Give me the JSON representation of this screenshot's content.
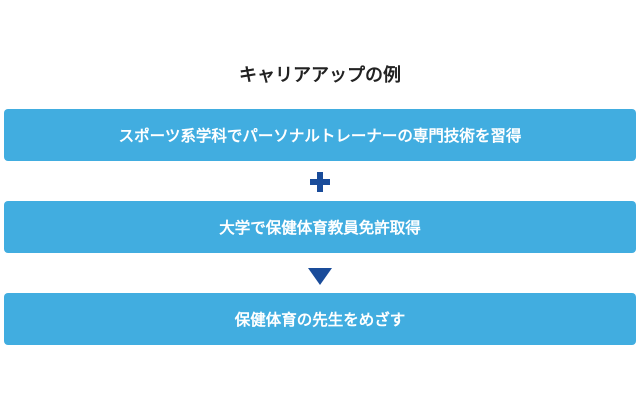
{
  "title": "キャリアアップの例",
  "colors": {
    "box_fill": "#41ade0",
    "connector": "#1a4c9a",
    "title_text": "#222222"
  },
  "steps": [
    {
      "label": "スポーツ系学科でパーソナルトレーナーの専門技術を習得"
    },
    {
      "label": "大学で保健体育教員免許取得"
    },
    {
      "label": "保健体育の先生をめざす"
    }
  ],
  "connectors": {
    "first": "plus-icon",
    "second": "down-triangle-icon"
  }
}
